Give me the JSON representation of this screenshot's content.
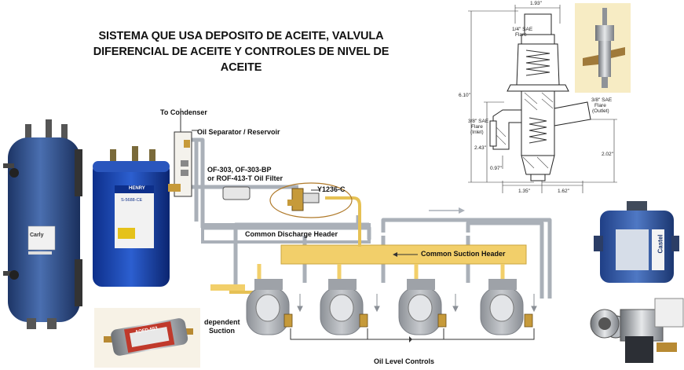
{
  "title": {
    "line1": "SISTEMA QUE USA DEPOSITO DE ACEITE, VALVULA",
    "line2": "DIFERENCIAL DE ACEITE Y CONTROLES DE NIVEL DE ACEITE"
  },
  "schematic": {
    "to_condenser": "To Condenser",
    "oil_separator": "Oil Separator / Reservoir",
    "filter_line1": "OF-303, OF-303-BP",
    "filter_line2": "or ROF-413-T Oil Filter",
    "valve_label": "Y1236-C",
    "discharge_header": "Common Discharge Header",
    "suction_header": "Common Suction Header",
    "dependent_line1": "dependent",
    "dependent_line2": "Suction",
    "oil_level_controls": "Oil Level Controls"
  },
  "valve_drawing": {
    "top_width": "1.93\"",
    "top_fitting": "1/4\" SAE",
    "top_fitting_2": "Flare",
    "left_fitting": "3/8\" SAE",
    "left_fitting_2": "Flare",
    "left_fitting_3": "(Inlet)",
    "right_fitting": "3/8\" SAE",
    "right_fitting_2": "Flare",
    "right_fitting_3": "(Outlet)",
    "height": "6.10\"",
    "left_height": "2.43\"",
    "bottom_offset": "0.97\"",
    "right_height": "2.02\"",
    "bottom_left": "1.35\"",
    "bottom_right": "1.62\""
  },
  "product_photos": {
    "carly_brand": "Carly",
    "henry_brand": "HENRY",
    "henry_model": "S-5688-CE",
    "filter_model": "AOFD-553",
    "castel_brand": "Castel"
  },
  "colors": {
    "pipe_gray": "#aab0b8",
    "header_yellow": "#f2cf6a",
    "compressor": "#9ea2a8",
    "tank_blue": "#2a4c8a",
    "photo_bg": "#f7ecc4"
  }
}
